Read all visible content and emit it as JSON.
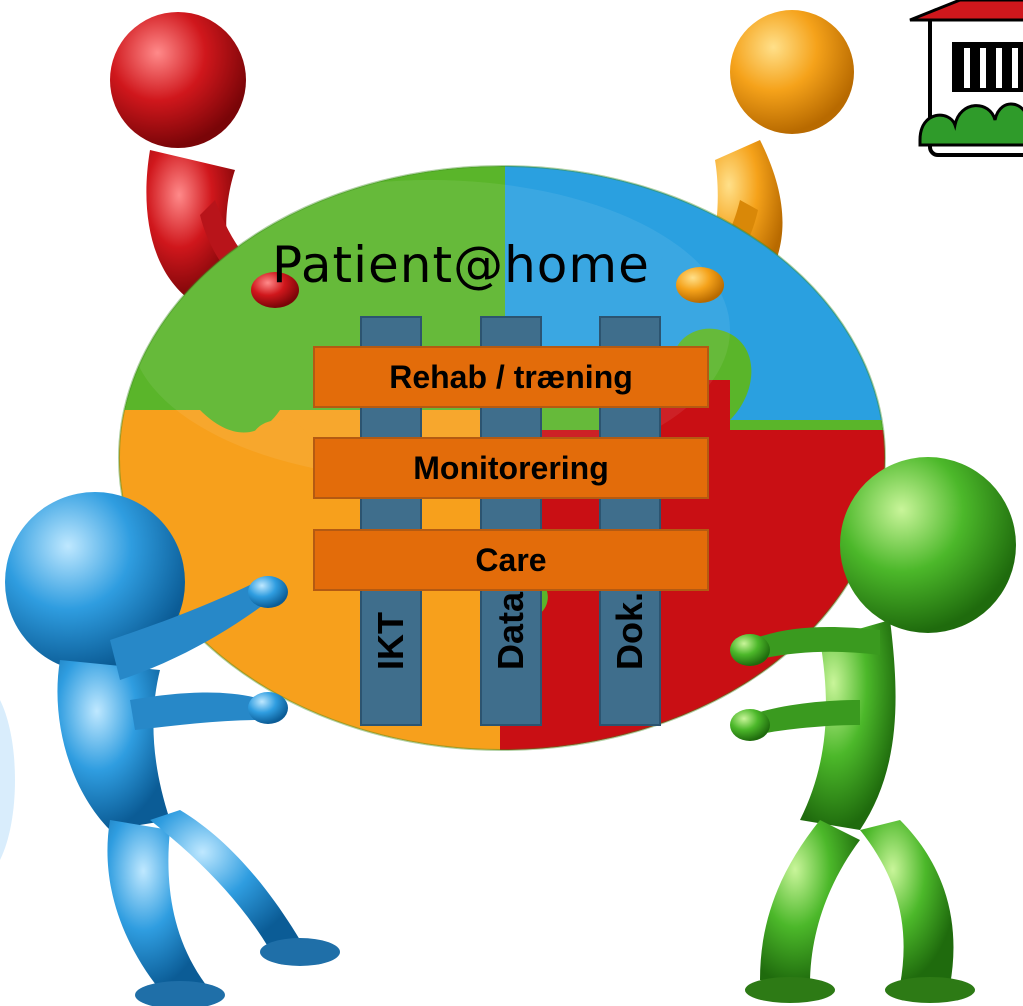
{
  "title": "Patient@home",
  "bands": [
    {
      "label": "Rehab / træning"
    },
    {
      "label": "Monitorering"
    },
    {
      "label": "Care"
    }
  ],
  "pillars": [
    {
      "label": "IKT"
    },
    {
      "label": "Data"
    },
    {
      "label": "Dok."
    }
  ],
  "colors": {
    "puzzle_green": "#5ab52a",
    "puzzle_blue": "#2aa0e0",
    "puzzle_orange": "#f7a01c",
    "puzzle_red": "#c90f14",
    "band": "#e36c0a",
    "pillar": "#3f6e8c",
    "figure_red": "#d0171c",
    "figure_orange": "#f5a21a",
    "figure_blue": "#2f9de0",
    "figure_green": "#4cb82a"
  },
  "icons": [
    "house-icon"
  ]
}
